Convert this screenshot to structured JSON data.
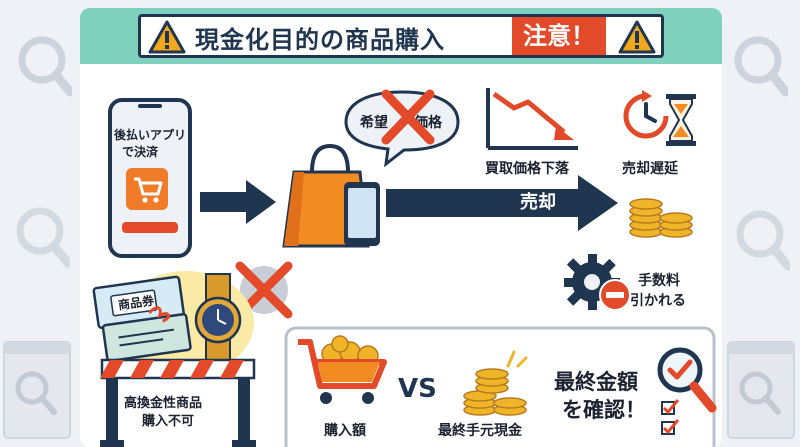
{
  "title": {
    "main": "現金化目的の商品購入",
    "highlight": "注意！"
  },
  "phone": {
    "line1": "後払いアプリ",
    "line2": "で決済"
  },
  "speech": {
    "left": "希望",
    "right": "価格"
  },
  "price_drop": {
    "label": "買取価格下落"
  },
  "sell_delay": {
    "label": "売却遅延"
  },
  "sell": {
    "label": "売却"
  },
  "fee": {
    "line1": "手数料",
    "line2": "引かれる"
  },
  "gift_card": {
    "label": "商品券"
  },
  "no_purchase": {
    "line1": "高換金性商品",
    "line2": "購入不可"
  },
  "compare": {
    "purchase_label": "購入額",
    "vs_label": "VS",
    "cash_label": "最終手元現金",
    "confirm_line1": "最終金額",
    "confirm_line2": "を確認！"
  },
  "colors": {
    "accent": "#e24a2a",
    "navy": "#1f3550",
    "teal": "#7fd1bd",
    "orange": "#f28b22",
    "gold": "#f0b429"
  },
  "icons": [
    "warning-icon",
    "smartphone-icon",
    "shopping-cart-icon",
    "arrow-right-icon",
    "shopping-bag-icon",
    "speech-bubble-icon",
    "declining-chart-icon",
    "clock-icon",
    "hourglass-icon",
    "coin-stack-icon",
    "gear-icon",
    "minus-icon",
    "gift-card-icon",
    "wristwatch-icon",
    "barrier-icon",
    "cross-icon",
    "magnifier-icon",
    "checklist-icon",
    "sparkle-icon"
  ]
}
